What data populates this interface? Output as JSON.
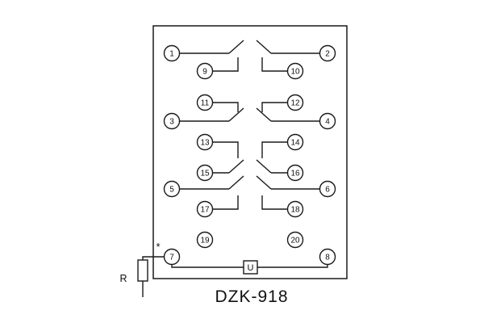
{
  "device": {
    "model": "DZK-918",
    "polarity_mark": "*",
    "resistor_label": "R",
    "coil_label": "U"
  },
  "terminals": {
    "t1": "1",
    "t2": "2",
    "t3": "3",
    "t4": "4",
    "t5": "5",
    "t6": "6",
    "t7": "7",
    "t8": "8",
    "t9": "9",
    "t10": "10",
    "t11": "11",
    "t12": "12",
    "t13": "13",
    "t14": "14",
    "t15": "15",
    "t16": "16",
    "t17": "17",
    "t18": "18",
    "t19": "19",
    "t20": "20"
  },
  "colors": {
    "line": "#1a1a1a",
    "background": "#ffffff"
  }
}
